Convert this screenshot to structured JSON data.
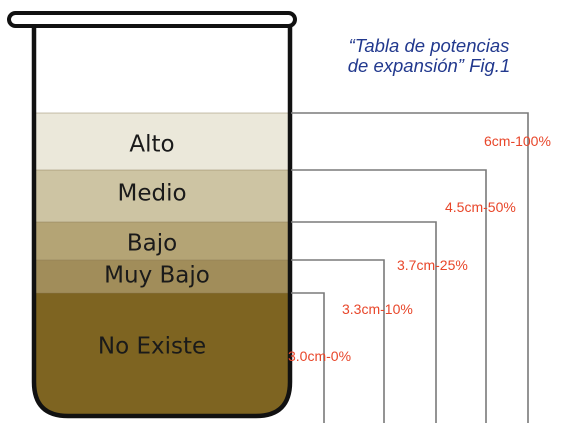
{
  "caption": {
    "line1": "“Tabla de potencias",
    "line2": "de expansión” Fig.1"
  },
  "layers": [
    {
      "label": "Alto",
      "color": "#ebe8da"
    },
    {
      "label": "Medio",
      "color": "#cdc4a3"
    },
    {
      "label": "Bajo",
      "color": "#b4a475"
    },
    {
      "label": "Muy Bajo",
      "color": "#a18d5a"
    },
    {
      "label": "No Existe",
      "color": "#7e6421"
    }
  ],
  "measurements": [
    {
      "label": "6cm-100%",
      "level": "Alto"
    },
    {
      "label": "4.5cm-50%",
      "level": "Medio"
    },
    {
      "label": "3.7cm-25%",
      "level": "Bajo"
    },
    {
      "label": "3.3cm-10%",
      "level": "Muy Bajo"
    },
    {
      "label": "3.0cm-0%",
      "level": "No Existe"
    }
  ],
  "colors": {
    "outline": "#111111",
    "label_text": "#1a1a1a",
    "measurement_text": "#e8462a",
    "caption_text": "#22398e"
  }
}
